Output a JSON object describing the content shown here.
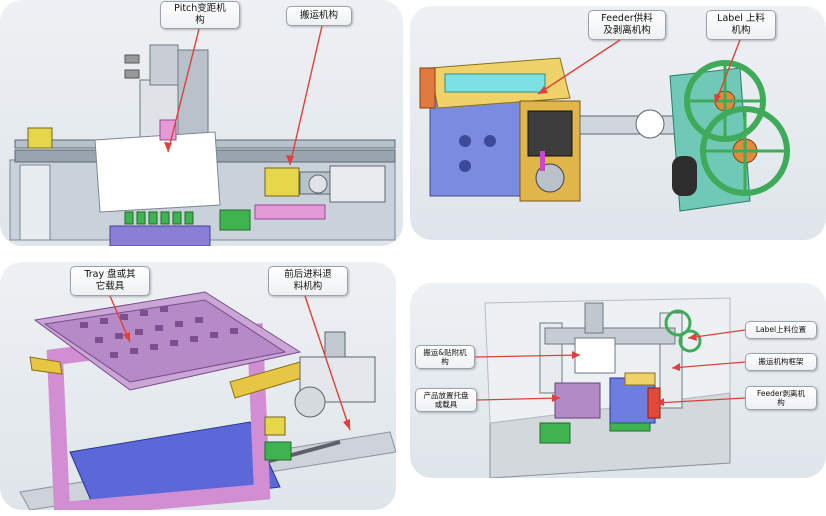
{
  "panels": {
    "top_left": {
      "callouts": [
        "Pitch变距机\n构",
        "搬运机构"
      ]
    },
    "top_right": {
      "callouts": [
        "Feeder供料\n及剥离机构",
        "Label 上料\n机构"
      ]
    },
    "bottom_left": {
      "callouts": [
        "Tray 盘或其\n它载具",
        "前后进料退\n料机构"
      ]
    },
    "bottom_right": {
      "callouts": [
        "Label上料位置",
        "搬运&贴附机\n构",
        "搬运机构框架",
        "产品放置托盘\n或载具",
        "Feeder剥离机\n构"
      ]
    }
  },
  "colors": {
    "arrow": "#e0403a",
    "callout_border": "#9aa3ad",
    "panel_bg": "#e4e9ee"
  },
  "icons": [
    "pitch-mechanism",
    "transfer-mechanism",
    "feeder-peeler",
    "label-reel",
    "tray-carrier",
    "infeed-outfeed",
    "assembly-overview"
  ]
}
